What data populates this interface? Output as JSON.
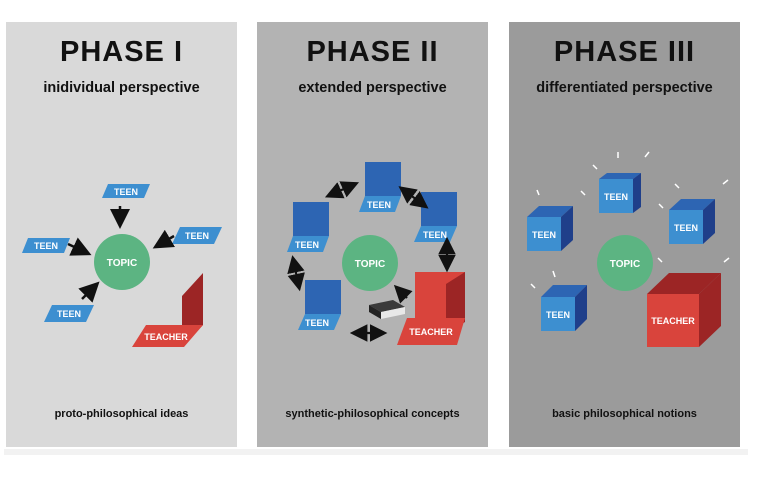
{
  "phases": [
    {
      "title": "PHASE  I",
      "subtitle": "inidividual perspective",
      "footer": "proto-philosophical ideas",
      "background": "#d9d9d9"
    },
    {
      "title": "PHASE  II",
      "subtitle": "extended perspective",
      "footer": "synthetic-philosophical concepts",
      "background": "#b3b3b3"
    },
    {
      "title": "PHASE  III",
      "subtitle": "differentiated perspective",
      "footer": "basic philosophical notions",
      "background": "#9b9b9b"
    }
  ],
  "labels": {
    "teen": "TEEN",
    "topic": "TOPIC",
    "teacher": "TEACHER"
  },
  "colors": {
    "teen": "#3d8fd0",
    "teen_dark": "#1f3f8a",
    "topic": "#5cb482",
    "teacher": "#d9443c",
    "teacher_dark": "#9c2525",
    "arrow": "#111111"
  }
}
